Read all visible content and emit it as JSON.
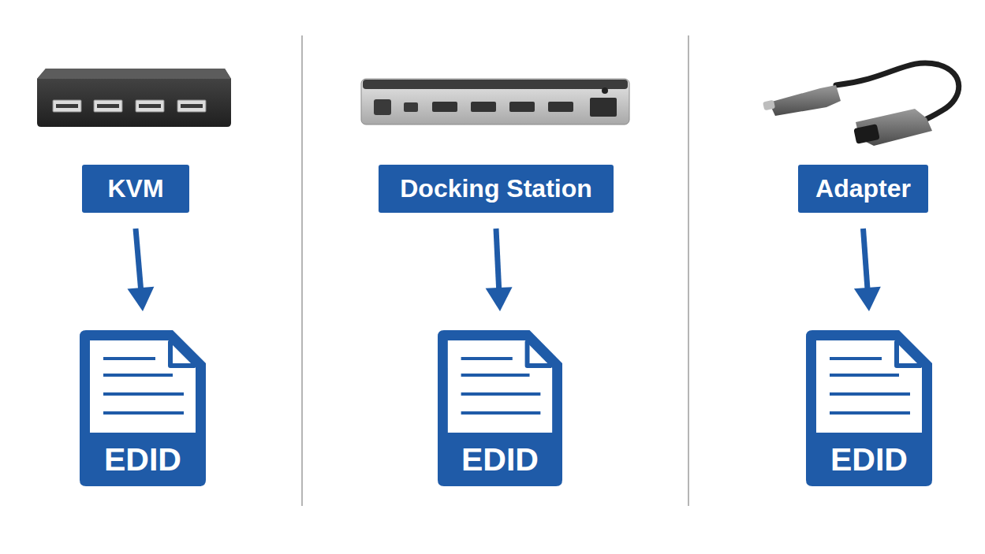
{
  "diagram": {
    "nodes": [
      {
        "text": [
          "KVM"
        ]
      },
      {
        "text": [
          "Docking Station"
        ]
      },
      {
        "text": [
          "Adapter"
        ]
      },
      {
        "text": [
          "EDID"
        ]
      },
      {
        "text": [
          "EDID"
        ]
      },
      {
        "text": [
          "EDID"
        ]
      }
    ],
    "edges": [
      {
        "from": 0,
        "to": 3,
        "arrow": "to"
      },
      {
        "from": 1,
        "to": 4,
        "arrow": "to"
      },
      {
        "from": 2,
        "to": 5,
        "arrow": "to"
      }
    ]
  }
}
